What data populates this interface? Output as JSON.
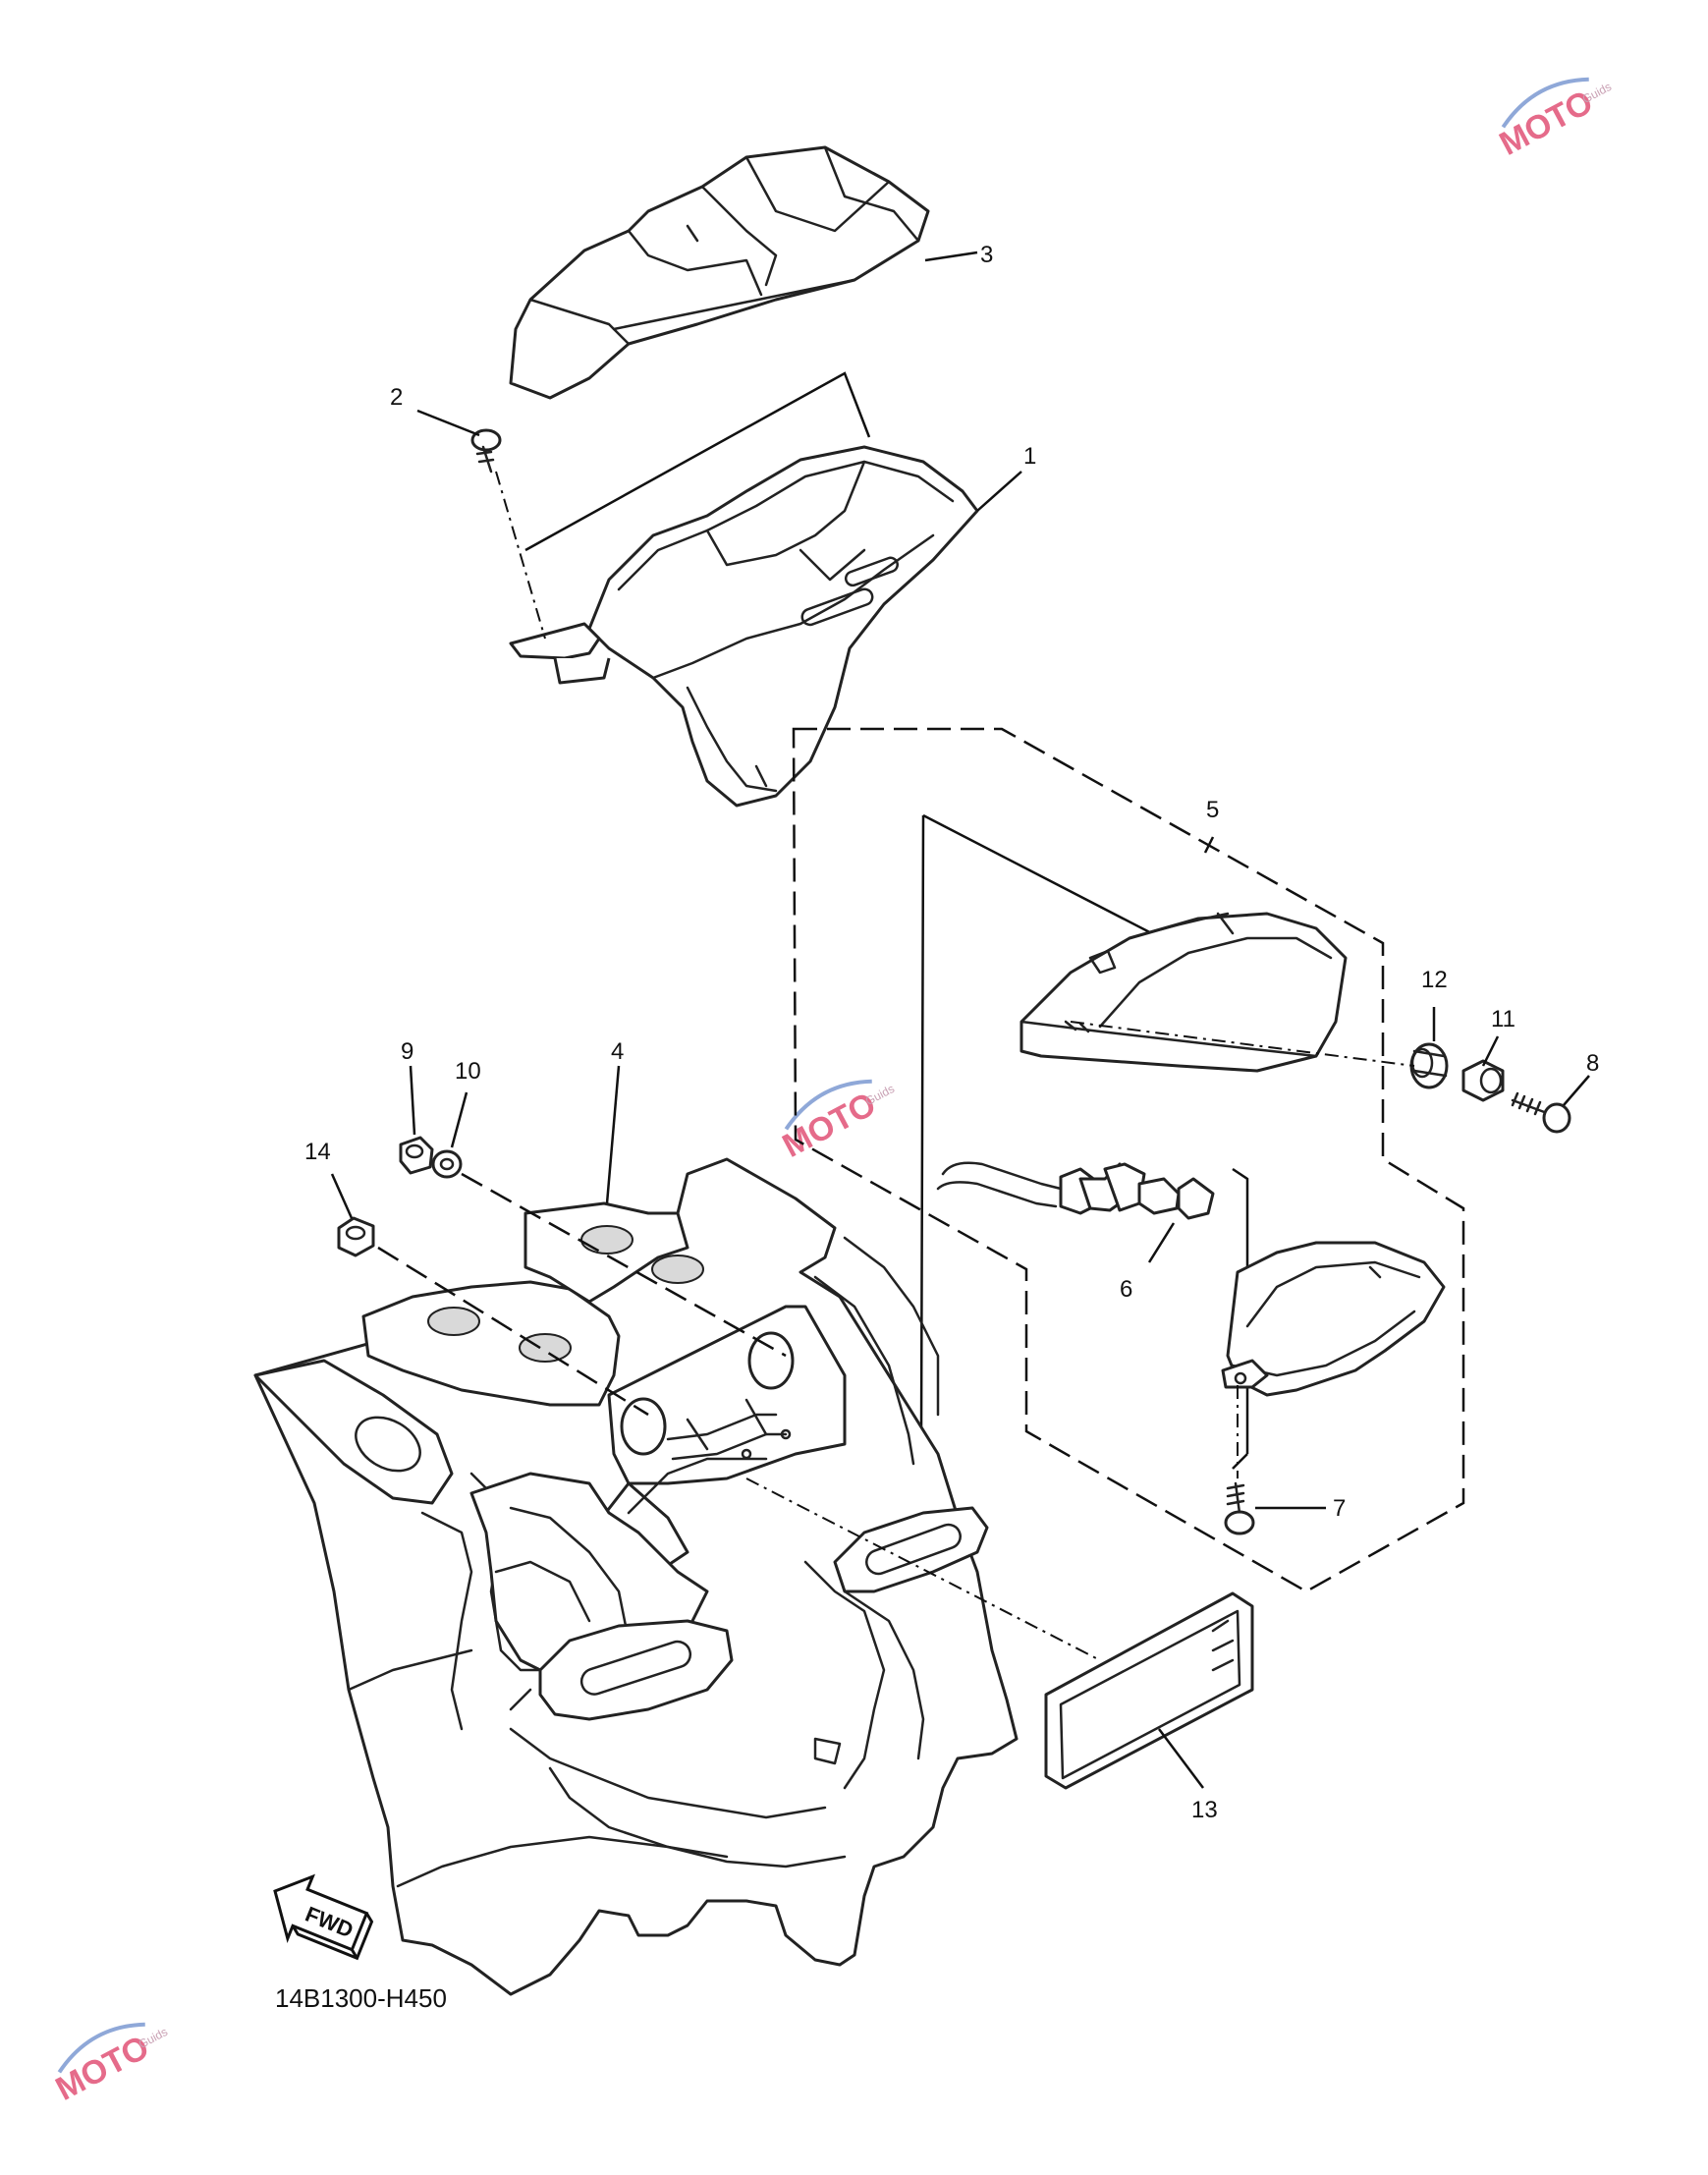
{
  "diagram_code": "14B1300-H450",
  "direction_label": "FWD",
  "watermark": {
    "brand": "MOTO",
    "sub": "Guids"
  },
  "callouts": {
    "c1": "1",
    "c2": "2",
    "c3": "3",
    "c4": "4",
    "c5": "5",
    "c6": "6",
    "c7": "7",
    "c8": "8",
    "c9": "9",
    "c10": "10",
    "c11": "11",
    "c12": "12",
    "c13": "13",
    "c14": "14"
  },
  "colors": {
    "line": "#222222",
    "watermark": "#e56b8a"
  }
}
